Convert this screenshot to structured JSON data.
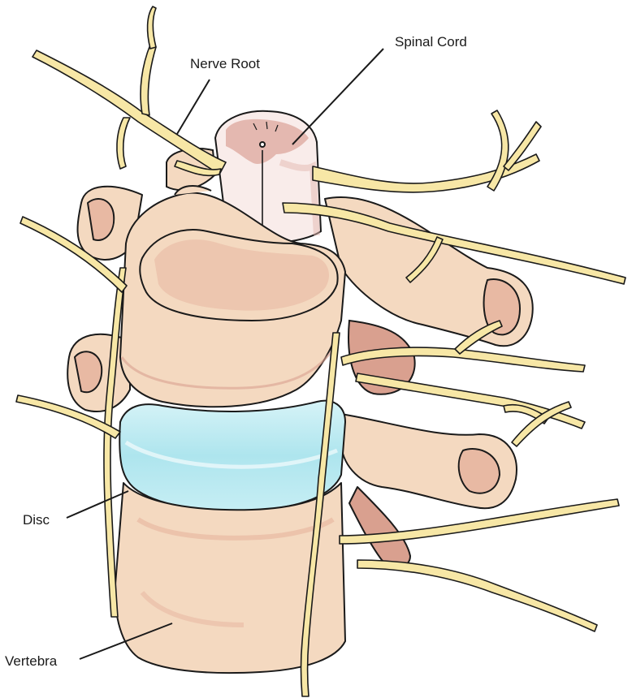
{
  "labels": {
    "nerve_root": "Nerve Root",
    "spinal_cord": "Spinal Cord",
    "disc": "Disc",
    "vertebra": "Vertebra"
  },
  "colors": {
    "bone": "#f4d9c0",
    "bone_shadow": "#e8b9a3",
    "bone_dark": "#d9a08f",
    "nerve": "#f7e7a6",
    "nerve_shadow": "#edd27b",
    "disc": "#aee5ee",
    "disc_light": "#d6f3f7",
    "cord": "#f9ecea",
    "cord_gray": "#e4b8b0",
    "outline": "#1a1a1a"
  }
}
